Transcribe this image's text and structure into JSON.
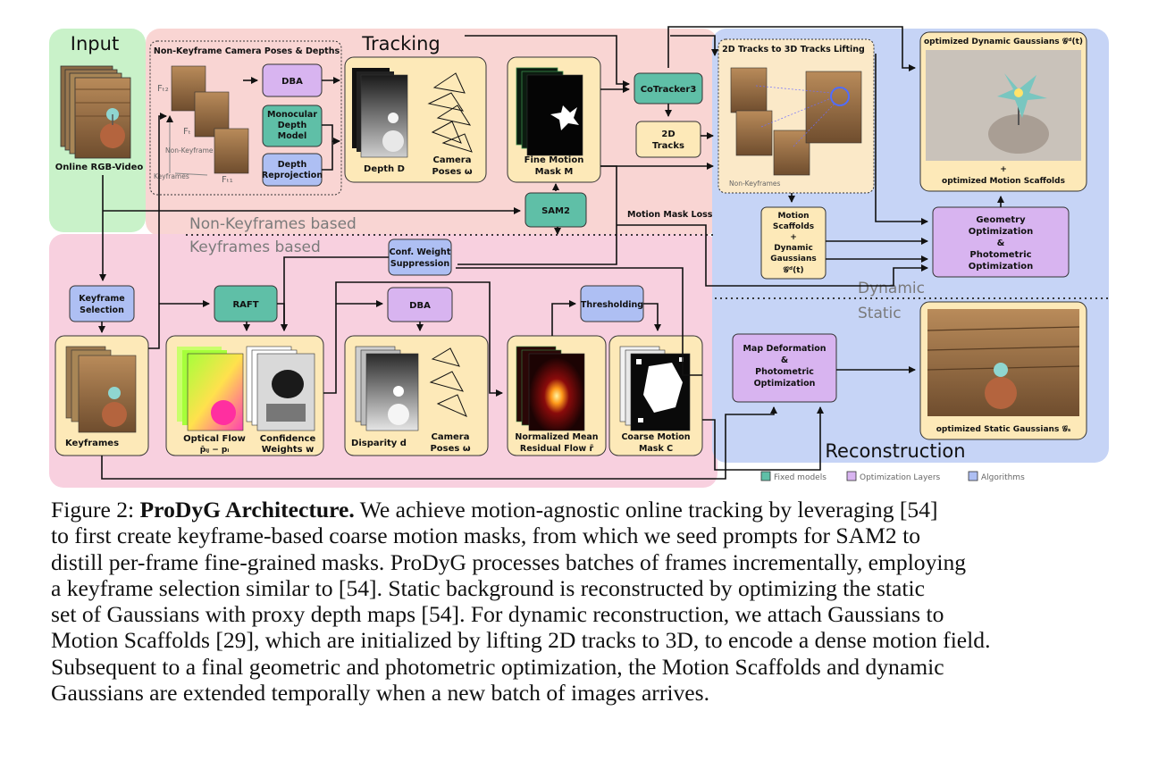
{
  "regions": {
    "input": "Input",
    "tracking": "Tracking",
    "reconstruction": "Reconstruction",
    "non_keyframe_poses": "Non-Keyframe Camera Poses & Depths",
    "non_keyframes_based": "Non-Keyframes based",
    "keyframes_based": "Keyframes based",
    "dynamic": "Dynamic",
    "static": "Static",
    "lifting": "2D Tracks to 3D Tracks Lifting"
  },
  "labels": {
    "online_rgb_video": "Online RGB-Video",
    "ft2": "Fₜ₂",
    "ft": "Fₜ",
    "ft1": "Fₜ₁",
    "non_keyframe": "Non-Keyframe",
    "keyframes_small": "Keyframes",
    "depth_d": "Depth D",
    "camera_poses": "Camera",
    "camera_poses_2": "Poses ω",
    "fine_motion": "Fine Motion",
    "fine_motion_2": "Mask M",
    "non_keyframes_small": "Non-Keyframes",
    "motion_mask_loss": "Motion Mask Loss",
    "keyframes": "Keyframes",
    "optical_flow": "Optical Flow",
    "optical_flow_2": "p̄ᵢⱼ − pᵢ",
    "confidence": "Confidence",
    "confidence_2": "Weights w",
    "disparity": "Disparity d",
    "camera_poses_kf": "Camera",
    "camera_poses_kf_2": "Poses ω",
    "nmrf": "Normalized Mean",
    "nmrf_2": "Residual Flow r̄",
    "coarse": "Coarse Motion",
    "coarse_2": "Mask C",
    "opt_dynamic": "optimized Dynamic Gaussians 𝒢ᵈ(t)",
    "opt_scaffolds_plus": "+",
    "opt_scaffolds": "optimized Motion Scaffolds",
    "opt_static": "optimized Static Gaussians 𝒢ₛ"
  },
  "boxes": {
    "dba_top": "DBA",
    "mono_depth": [
      "Monocular",
      "Depth",
      "Model"
    ],
    "depth_reproj": [
      "Depth",
      "Reprojection"
    ],
    "cotracker": "CoTracker3",
    "tracks2d": [
      "2D",
      "Tracks"
    ],
    "sam2": "SAM2",
    "motion_scaffolds": [
      "Motion",
      "Scaffolds",
      "+",
      "Dynamic",
      "Gaussians",
      "𝒢ᵈ(t)"
    ],
    "geometry_opt": [
      "Geometry",
      "Optimization",
      "&",
      "Photometric",
      "Optimization"
    ],
    "conf_weight": [
      "Conf. Weight",
      "Suppression"
    ],
    "keyframe_sel": [
      "Keyframe",
      "Selection"
    ],
    "raft": "RAFT",
    "dba_kf": "DBA",
    "thresholding": "Thresholding",
    "map_deform": [
      "Map Deformation",
      "&",
      "Photometric",
      "Optimization"
    ]
  },
  "legend": [
    {
      "label": "Fixed models",
      "color": "#5fbfa7"
    },
    {
      "label": "Optimization Layers",
      "color": "#d8b4f0"
    },
    {
      "label": "Algorithms",
      "color": "#aebff3"
    }
  ],
  "colors": {
    "input_bg": "#c9f2c9",
    "tracking_bg": "#f9d5d3",
    "keyframes_bg": "#f8d0df",
    "recon_bg": "#c6d4f6",
    "panel": "#fde9b8",
    "fixed": "#5fbfa7",
    "optim": "#d8b4f0",
    "algo": "#aebff3"
  },
  "caption": {
    "label": "Figure 2:",
    "title": "ProDyG Architecture.",
    "lines": [
      "We achieve motion-agnostic online tracking by leveraging [54]",
      "to first create keyframe-based coarse motion masks, from which we seed prompts for SAM2 to",
      "distill per-frame fine-grained masks. ProDyG processes batches of frames incrementally, employing",
      "a keyframe selection similar to [54].  Static background is reconstructed by optimizing the static",
      "set of Gaussians with proxy depth maps [54]. For dynamic reconstruction, we attach Gaussians to",
      "Motion Scaffolds [29], which are initialized by lifting 2D tracks to 3D, to encode a dense motion field.",
      "Subsequent to a final geometric and photometric optimization, the Motion Scaffolds and dynamic",
      "Gaussians are extended temporally when a new batch of images arrives."
    ]
  }
}
